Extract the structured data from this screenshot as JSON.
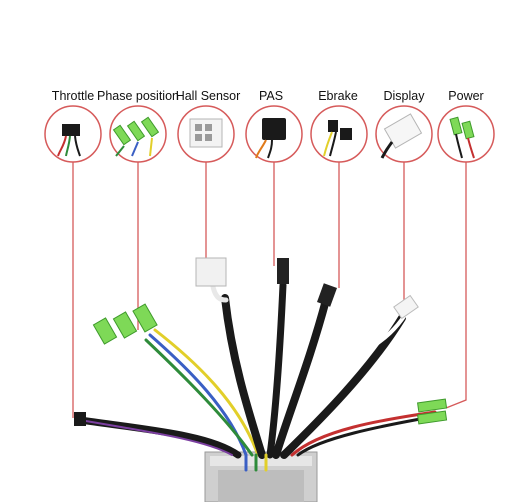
{
  "connectors": [
    {
      "label": "Throttle"
    },
    {
      "label": "Phase position"
    },
    {
      "label": "Hall Sensor"
    },
    {
      "label": "PAS"
    },
    {
      "label": "Ebrake"
    },
    {
      "label": "Display"
    },
    {
      "label": "Power"
    }
  ],
  "colors": {
    "callout_ring": "#d65a5a",
    "leader_line": "#d65a5a",
    "cable_sleeve": "#1a1a1a",
    "phase_connector": "#7ed957",
    "controller_body": "#c8c8c8"
  }
}
